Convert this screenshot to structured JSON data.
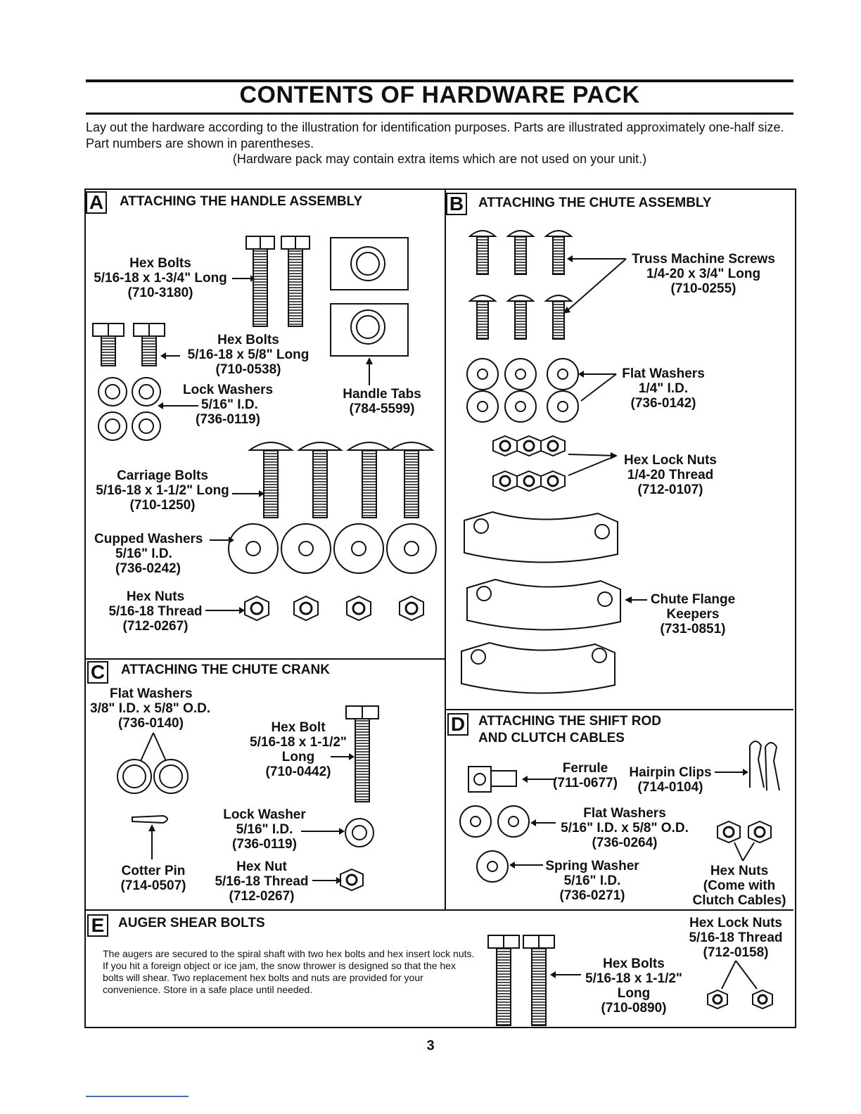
{
  "page": {
    "title": "CONTENTS OF HARDWARE PACK",
    "intro": "Lay out the hardware according to the illustration for identification purposes. Parts are illustrated approximately one-half size. Part numbers are shown in parentheses.",
    "note": "(Hardware pack may contain extra items which are not used on your unit.)",
    "page_number": "3"
  },
  "sections": {
    "a": {
      "letter": "A",
      "heading": "ATTACHING THE HANDLE ASSEMBLY",
      "hex_bolts_long": {
        "name": "Hex Bolts",
        "spec": "5/16-18 x 1-3/4\" Long",
        "part": "(710-3180)"
      },
      "hex_bolts_short": {
        "name": "Hex Bolts",
        "spec": "5/16-18 x 5/8\" Long",
        "part": "(710-0538)"
      },
      "lock_washers": {
        "name": "Lock Washers",
        "spec": "5/16\" I.D.",
        "part": "(736-0119)"
      },
      "handle_tabs": {
        "name": "Handle Tabs",
        "part": "(784-5599)"
      },
      "carriage_bolts": {
        "name": "Carriage Bolts",
        "spec": "5/16-18 x 1-1/2\" Long",
        "part": "(710-1250)"
      },
      "cupped_washers": {
        "name": "Cupped Washers",
        "spec": "5/16\" I.D.",
        "part": "(736-0242)"
      },
      "hex_nuts": {
        "name": "Hex Nuts",
        "spec": "5/16-18 Thread",
        "part": "(712-0267)"
      }
    },
    "b": {
      "letter": "B",
      "heading": "ATTACHING THE CHUTE ASSEMBLY",
      "truss_screws": {
        "name": "Truss Machine Screws",
        "spec": "1/4-20 x 3/4\" Long",
        "part": "(710-0255)"
      },
      "flat_washers": {
        "name": "Flat Washers",
        "spec": "1/4\" I.D.",
        "part": "(736-0142)"
      },
      "hex_lock_nuts": {
        "name": "Hex Lock Nuts",
        "spec": "1/4-20 Thread",
        "part": "(712-0107)"
      },
      "keepers": {
        "name": "Chute Flange",
        "name2": "Keepers",
        "part": "(731-0851)"
      }
    },
    "c": {
      "letter": "C",
      "heading": "ATTACHING THE CHUTE CRANK",
      "flat_washers": {
        "name": "Flat Washers",
        "spec": "3/8\" I.D. x 5/8\" O.D.",
        "part": "(736-0140)"
      },
      "hex_bolt": {
        "name": "Hex Bolt",
        "spec": "5/16-18 x 1-1/2\"",
        "spec2": "Long",
        "part": "(710-0442)"
      },
      "lock_washer": {
        "name": "Lock Washer",
        "spec": "5/16\" I.D.",
        "part": "(736-0119)"
      },
      "cotter_pin": {
        "name": "Cotter Pin",
        "part": "(714-0507)"
      },
      "hex_nut": {
        "name": "Hex Nut",
        "spec": "5/16-18 Thread",
        "part": "(712-0267)"
      }
    },
    "d": {
      "letter": "D",
      "heading": "ATTACHING THE SHIFT ROD",
      "heading2": "AND CLUTCH CABLES",
      "ferrule": {
        "name": "Ferrule",
        "part": "(711-0677)"
      },
      "hairpin_clips": {
        "name": "Hairpin Clips",
        "part": "(714-0104)"
      },
      "flat_washers": {
        "name": "Flat Washers",
        "spec": "5/16\" I.D. x 5/8\" O.D.",
        "part": "(736-0264)"
      },
      "spring_washer": {
        "name": "Spring Washer",
        "spec": "5/16\" I.D.",
        "part": "(736-0271)"
      },
      "hex_nuts": {
        "name": "Hex Nuts",
        "spec": "(Come with",
        "spec2": "Clutch Cables)"
      }
    },
    "e": {
      "letter": "E",
      "heading": "AUGER SHEAR BOLTS",
      "description": "The augers are secured to the spiral shaft with two hex bolts and hex insert lock nuts. If you hit a foreign object or ice jam, the snow thrower is designed so that the hex bolts will shear. Two replacement hex bolts and nuts are provided for your convenience. Store in a safe place until needed.",
      "hex_lock_nuts": {
        "name": "Hex Lock Nuts",
        "spec": "5/16-18 Thread",
        "part": "(712-0158)"
      },
      "hex_bolts": {
        "name": "Hex Bolts",
        "spec": "5/16-18 x 1-1/2\"",
        "spec2": "Long",
        "part": "(710-0890)"
      }
    }
  }
}
